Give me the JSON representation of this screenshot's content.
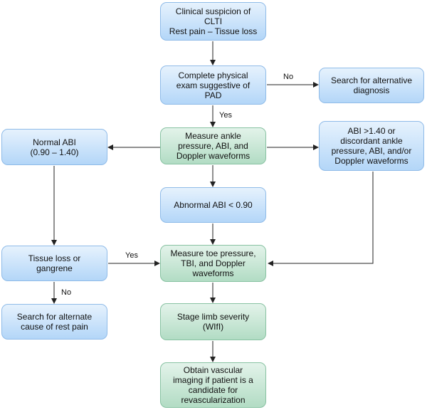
{
  "nodes": {
    "start": "Clinical suspicion of\nCLTI\nRest pain – Tissue loss",
    "exam": "Complete physical\nexam suggestive of\nPAD",
    "alt_dx": "Search for alternative\ndiagnosis",
    "measure_abi": "Measure ankle\npressure, ABI, and\nDoppler waveforms",
    "normal_abi": "Normal ABI\n(0.90 – 1.40)",
    "high_abi": "ABI >1.40 or\ndiscordant ankle\npressure, ABI, and/or\nDoppler waveforms",
    "abnormal_abi": "Abnormal ABI < 0.90",
    "tissue_loss": "Tissue loss or\ngangrene",
    "toe_pressure": "Measure toe pressure,\nTBI, and Doppler\nwaveforms",
    "alt_cause": "Search for alternate\ncause of rest pain",
    "stage": "Stage limb severity\n(WIfI)",
    "imaging": "Obtain vascular\nimaging if patient is a\ncandidate for\nrevascularization"
  },
  "edge_labels": {
    "exam_no": "No",
    "exam_yes": "Yes",
    "tissue_yes": "Yes",
    "tissue_no": "No"
  }
}
